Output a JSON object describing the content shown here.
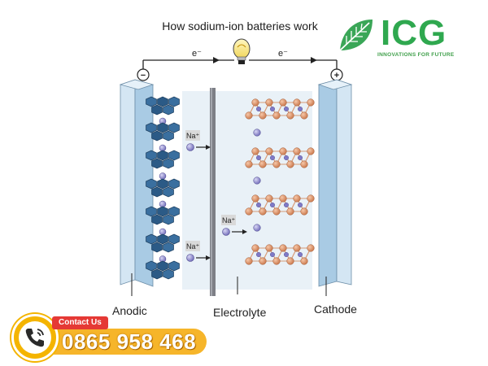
{
  "title": "How sodium-ion batteries work",
  "wire": {
    "electron_left": "e⁻",
    "electron_right": "e⁻"
  },
  "terminals": {
    "negative": "−",
    "positive": "+"
  },
  "ions": {
    "label": "Na⁺"
  },
  "labels": {
    "anode": "Anodic",
    "electrolyte": "Electrolyte",
    "cathode": "Cathode"
  },
  "brand": {
    "name": "ICG",
    "tagline": "INNOVATIONS FOR FUTURE",
    "contact_label": "Contact Us",
    "phone": "0865 958 468"
  },
  "colors": {
    "electrode": "#b9d6ea",
    "anode_hex": "#2e5f8c",
    "cathode_atom": "#e09b72",
    "ion": "#8d88d0",
    "brand_green": "#2fa84f",
    "contact_yellow": "#f4b400",
    "contact_red": "#e53935"
  }
}
